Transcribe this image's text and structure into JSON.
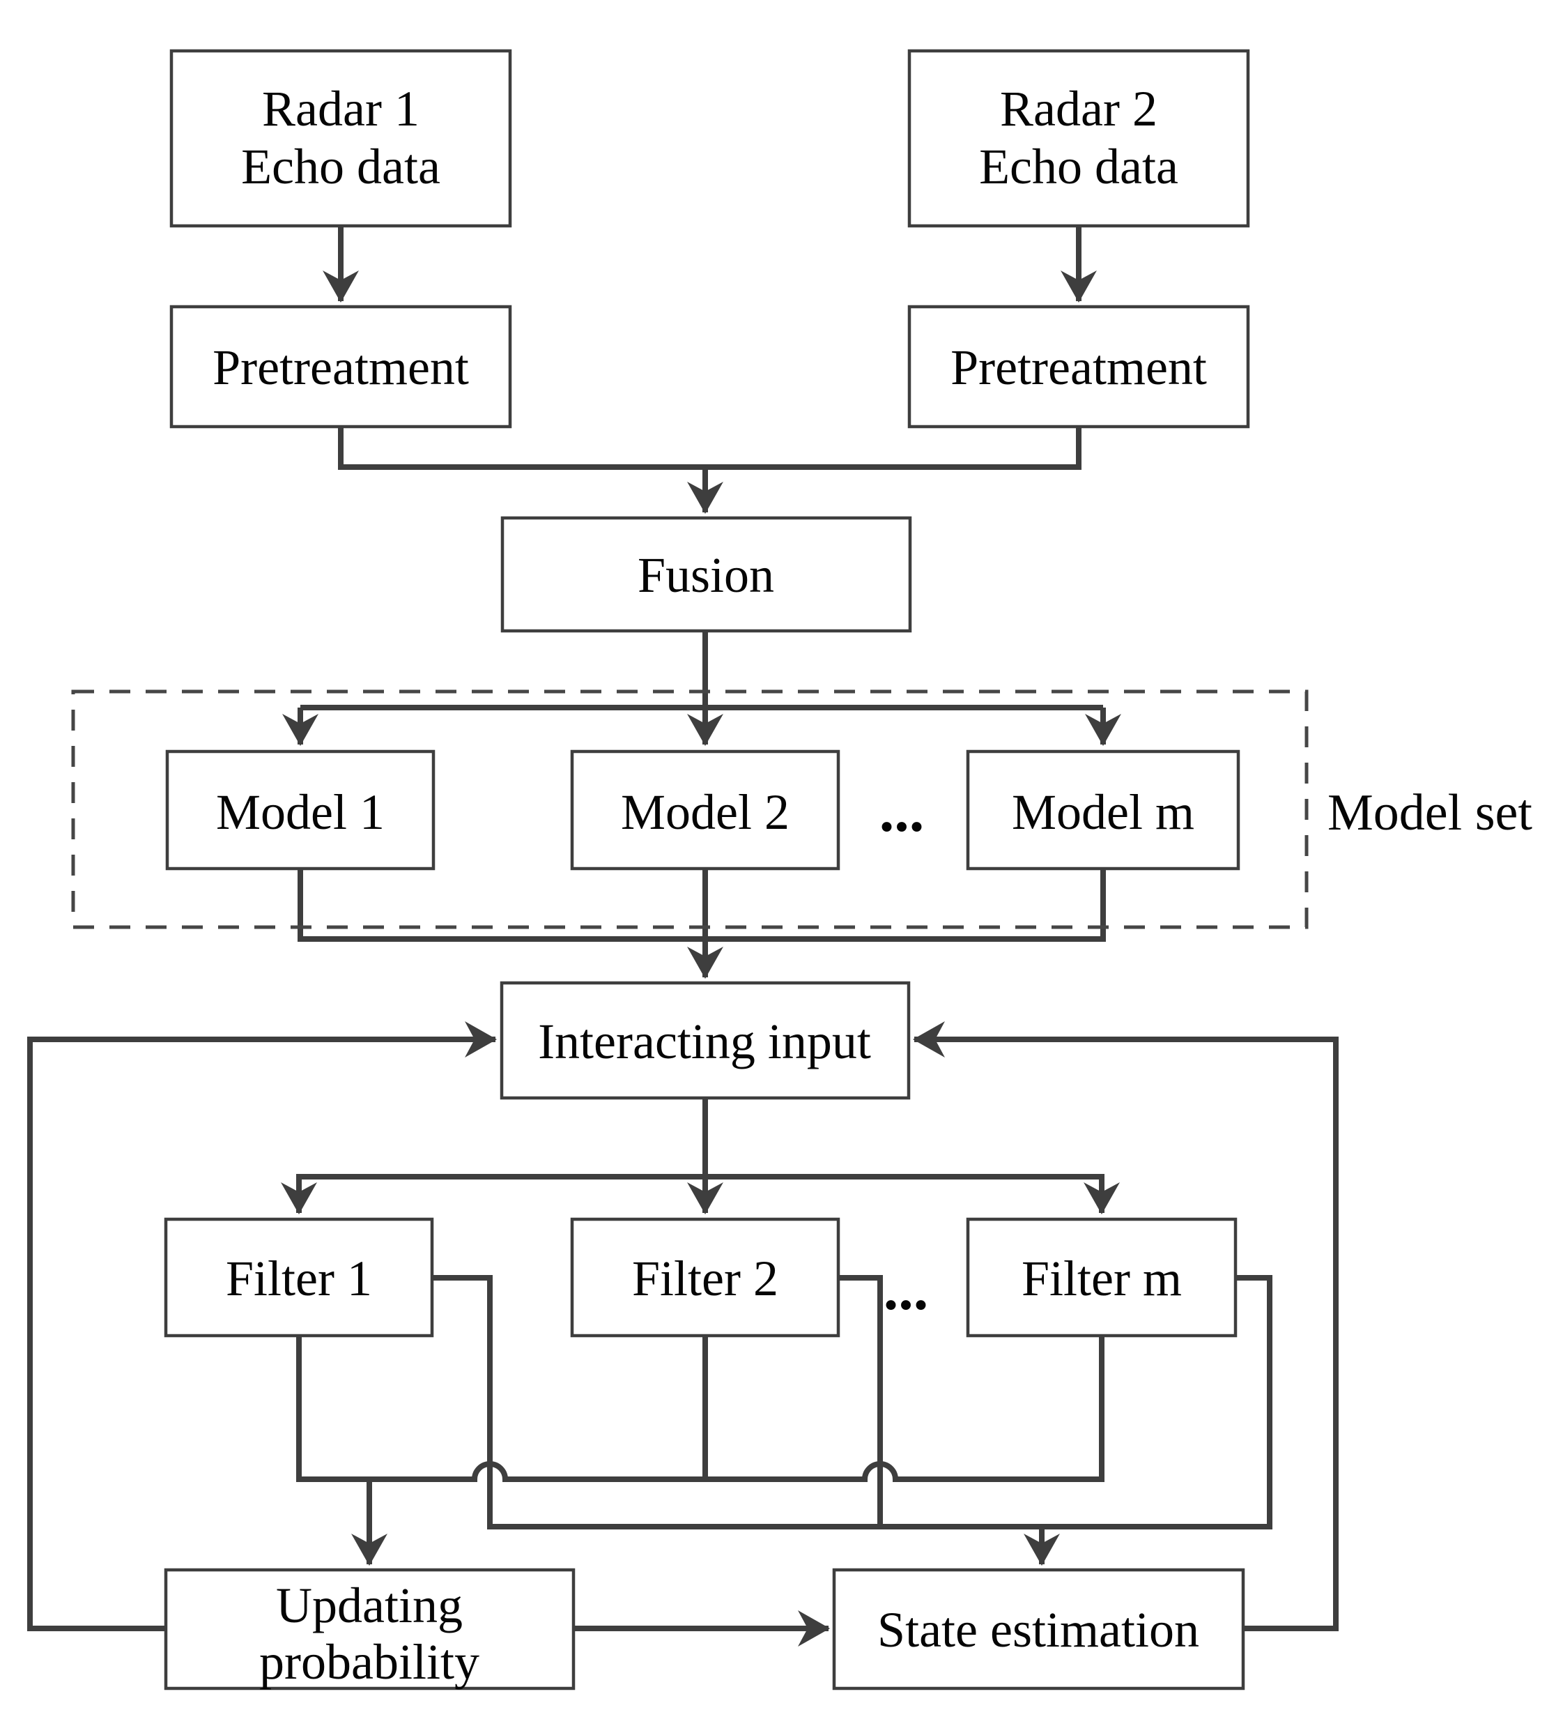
{
  "diagram": {
    "type": "flowchart",
    "background": "#ffffff",
    "colors": {
      "line": "#3e3e3e",
      "text": "#050505",
      "node_fill": "#ffffff"
    },
    "nodes": {
      "radar1": {
        "line1": "Radar 1",
        "line2": "Echo data"
      },
      "radar2": {
        "line1": "Radar 2",
        "line2": "Echo data"
      },
      "pretreatment1": {
        "label": "Pretreatment"
      },
      "pretreatment2": {
        "label": "Pretreatment"
      },
      "fusion": {
        "label": "Fusion"
      },
      "model1": {
        "label": "Model 1"
      },
      "model2": {
        "label": "Model 2"
      },
      "model_m": {
        "label": "Model m"
      },
      "interacting_input": {
        "label": "Interacting input"
      },
      "filter1": {
        "label": "Filter 1"
      },
      "filter2": {
        "label": "Filter 2"
      },
      "filter_m": {
        "label": "Filter m"
      },
      "updating_probability": {
        "line1": "Updating",
        "line2": "probability"
      },
      "state_estimation": {
        "label": "State estimation"
      }
    },
    "annotations": {
      "model_set_label": "Model set",
      "models_ellipsis": "...",
      "filters_ellipsis": "..."
    },
    "edges": [
      {
        "from": "radar1",
        "to": "pretreatment1"
      },
      {
        "from": "radar2",
        "to": "pretreatment2"
      },
      {
        "from": "pretreatment1",
        "to": "fusion"
      },
      {
        "from": "pretreatment2",
        "to": "fusion"
      },
      {
        "from": "fusion",
        "to": "model1"
      },
      {
        "from": "fusion",
        "to": "model2"
      },
      {
        "from": "fusion",
        "to": "model_m"
      },
      {
        "from": "model1",
        "to": "interacting_input"
      },
      {
        "from": "model2",
        "to": "interacting_input"
      },
      {
        "from": "model_m",
        "to": "interacting_input"
      },
      {
        "from": "interacting_input",
        "to": "filter1"
      },
      {
        "from": "interacting_input",
        "to": "filter2"
      },
      {
        "from": "interacting_input",
        "to": "filter_m"
      },
      {
        "from": "filter1",
        "to": "updating_probability"
      },
      {
        "from": "filter2",
        "to": "updating_probability"
      },
      {
        "from": "filter_m",
        "to": "updating_probability"
      },
      {
        "from": "filter1",
        "to": "state_estimation"
      },
      {
        "from": "filter2",
        "to": "state_estimation"
      },
      {
        "from": "filter_m",
        "to": "state_estimation"
      },
      {
        "from": "updating_probability",
        "to": "state_estimation"
      },
      {
        "from": "updating_probability",
        "to": "interacting_input"
      },
      {
        "from": "state_estimation",
        "to": "interacting_input"
      }
    ]
  }
}
